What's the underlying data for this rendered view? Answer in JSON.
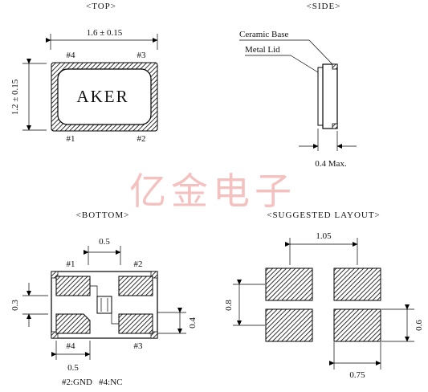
{
  "views": {
    "top": {
      "title": "<TOP>",
      "width_dim": "1.6 ± 0.15",
      "height_dim": "1.2 ± 0.15",
      "brand": "AKER",
      "pins": [
        "#1",
        "#2",
        "#3",
        "#4"
      ]
    },
    "side": {
      "title": "<SIDE>",
      "label_ceramic": "Ceramic Base",
      "label_lid": "Metal Lid",
      "thickness_dim": "0.4 Max."
    },
    "bottom": {
      "title": "<BOTTOM>",
      "dim_top": "0.5",
      "dim_bottom": "0.5",
      "dim_left": "0.3",
      "dim_right": "0.4",
      "pins": [
        "#1",
        "#2",
        "#3",
        "#4"
      ],
      "note": "#2:GND   #4:NC"
    },
    "layout": {
      "title": "<SUGGESTED LAYOUT>",
      "dim_top": "1.05",
      "dim_left": "0.8",
      "dim_right": "0.6",
      "dim_bottom": "0.75"
    }
  },
  "watermark": "亿金电子",
  "colors": {
    "watermark": "#f3b7b7",
    "line": "#000000"
  }
}
